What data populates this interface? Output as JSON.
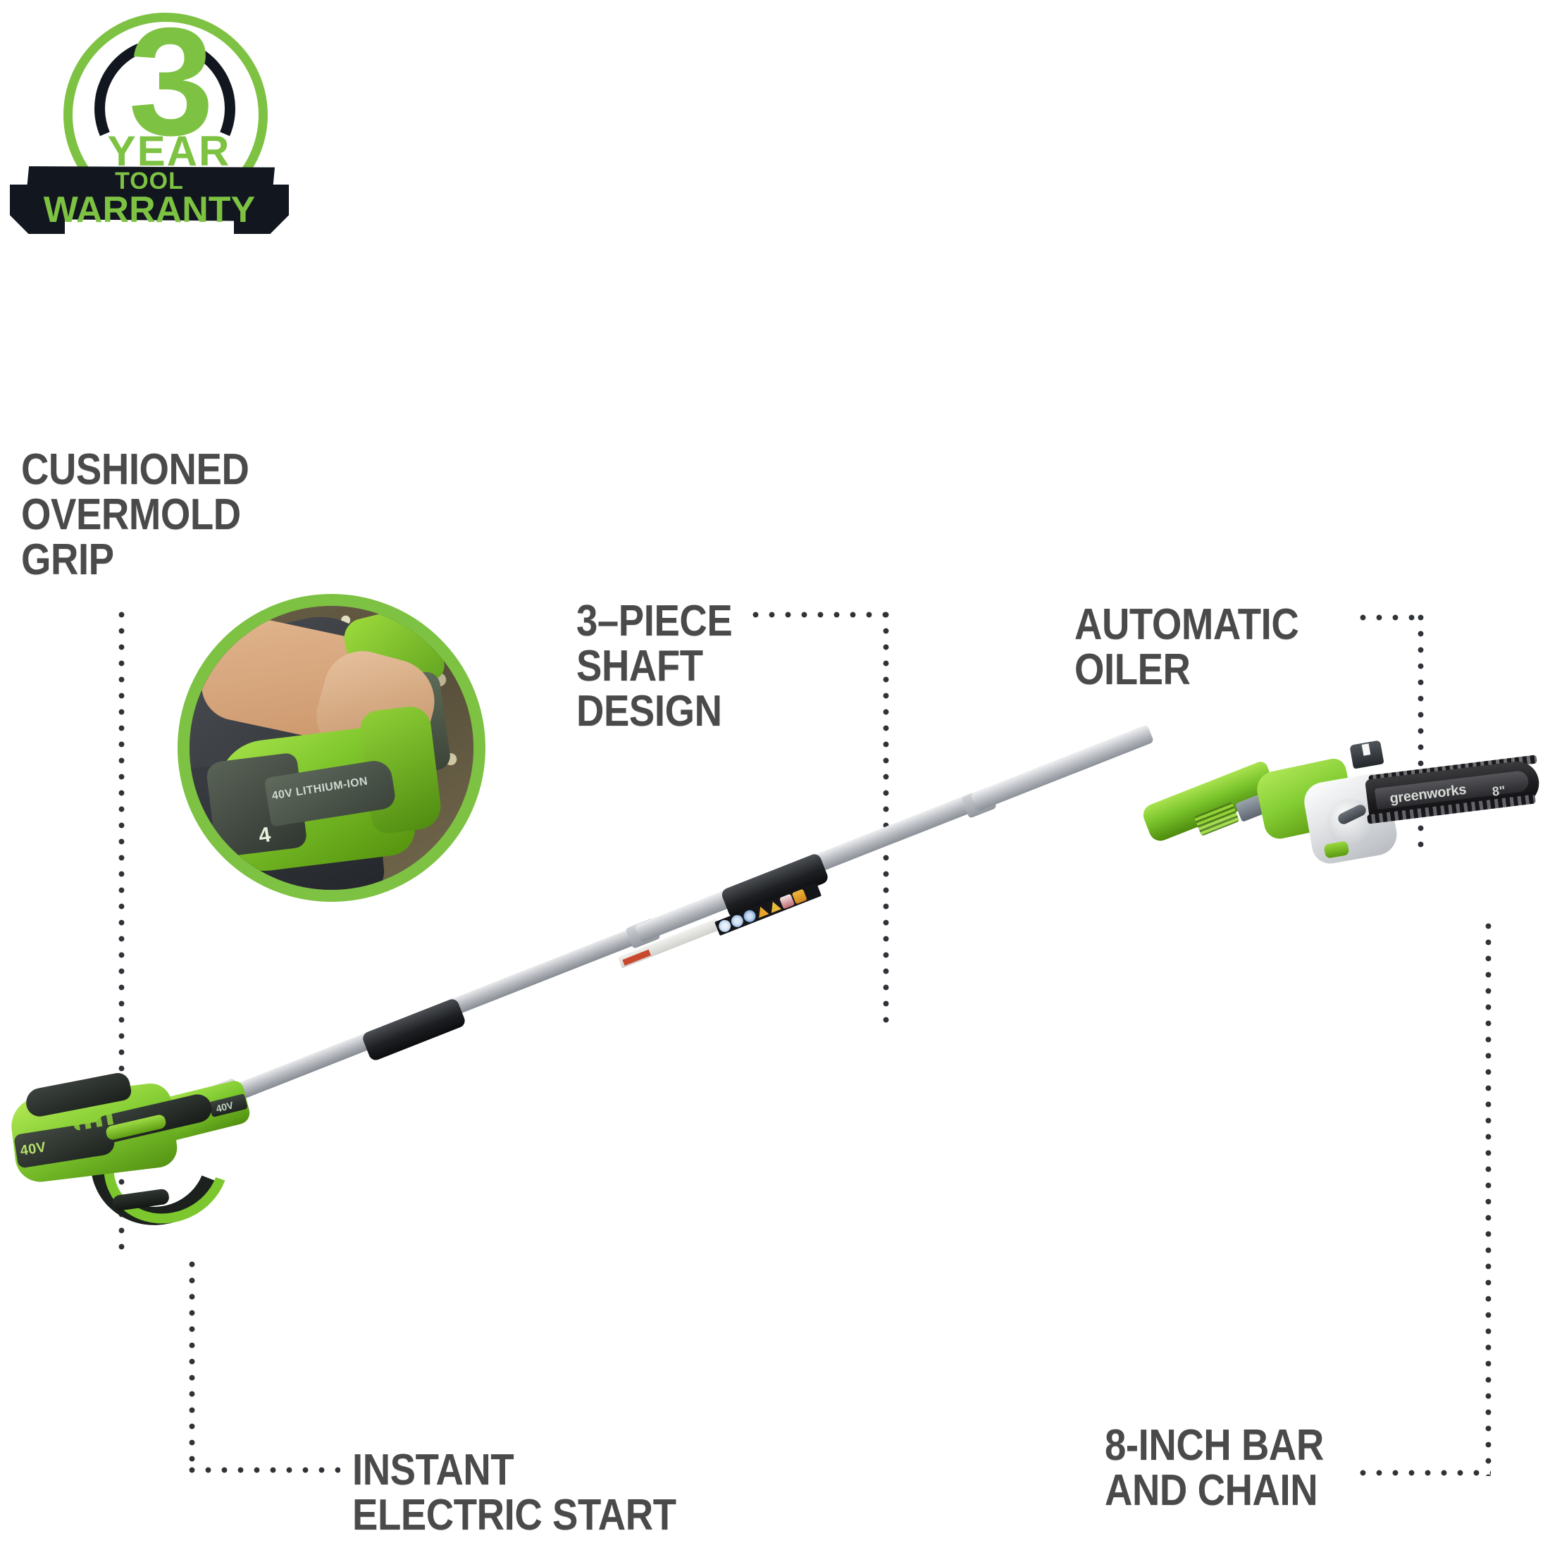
{
  "warranty_badge": {
    "years": "3",
    "year_label": "YEAR",
    "tool_label": "TOOL",
    "warranty_label": "WARRANTY",
    "green": "#7dc242",
    "dark": "#12161f"
  },
  "features": [
    {
      "id": "cushioned-overmold-grip",
      "label": "CUSHIONED\nOVERMOLD\nGRIP"
    },
    {
      "id": "three-piece-shaft-design",
      "label": "3–PIECE\nSHAFT\nDESIGN"
    },
    {
      "id": "automatic-oiler",
      "label": "AUTOMATIC\nOILER"
    },
    {
      "id": "instant-electric-start",
      "label": "INSTANT\nELECTRIC START"
    },
    {
      "id": "eight-inch-bar-and-chain",
      "label": "8-INCH BAR\nAND CHAIN"
    }
  ],
  "product": {
    "brand_on_bar": "greenworks",
    "bar_size_mark": "8\"",
    "battery_voltage": "40V",
    "shaft_badge": "40V",
    "inset_decal": "40V LITHIUM-ION",
    "inset_battery_number": "4"
  },
  "colors": {
    "brand_green": "#7dc242",
    "label_gray": "#4a4a4a",
    "dot_gray": "#2f3237",
    "background": "#ffffff"
  }
}
